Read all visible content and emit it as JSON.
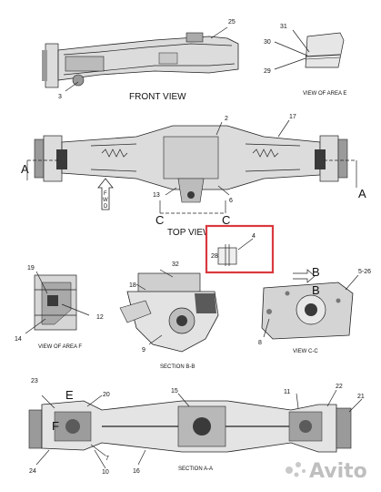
{
  "views": {
    "front_view": "FRONT VIEW",
    "view_area_e": "VIEW OF AREA E",
    "top_view": "TOP VIEW",
    "view_area_f": "VIEW OF AREA F",
    "section_bb": "SECTION B-B",
    "view_cc": "VIEW C-C",
    "section_aa": "SECTION A-A"
  },
  "section_markers": {
    "a": "A",
    "b": "B",
    "c": "C",
    "e": "E",
    "f": "F"
  },
  "fwd_arrow": {
    "letters": [
      "F",
      "W",
      "D"
    ]
  },
  "callouts": {
    "n2": "2",
    "n3": "3",
    "n4": "4",
    "n5_26": "5-26",
    "n6": "6",
    "n7": "7",
    "n8": "8",
    "n9": "9",
    "n10": "10",
    "n11": "11",
    "n12": "12",
    "n13": "13",
    "n14": "14",
    "n15": "15",
    "n16": "16",
    "n17": "17",
    "n18": "18",
    "n19": "19",
    "n20": "20",
    "n21": "21",
    "n22": "22",
    "n23": "23",
    "n24": "24",
    "n25": "25",
    "n28": "28",
    "n29": "29",
    "n30": "30",
    "n31": "31",
    "n32": "32"
  },
  "highlight_color": "#d9393e",
  "watermark": "Avito"
}
